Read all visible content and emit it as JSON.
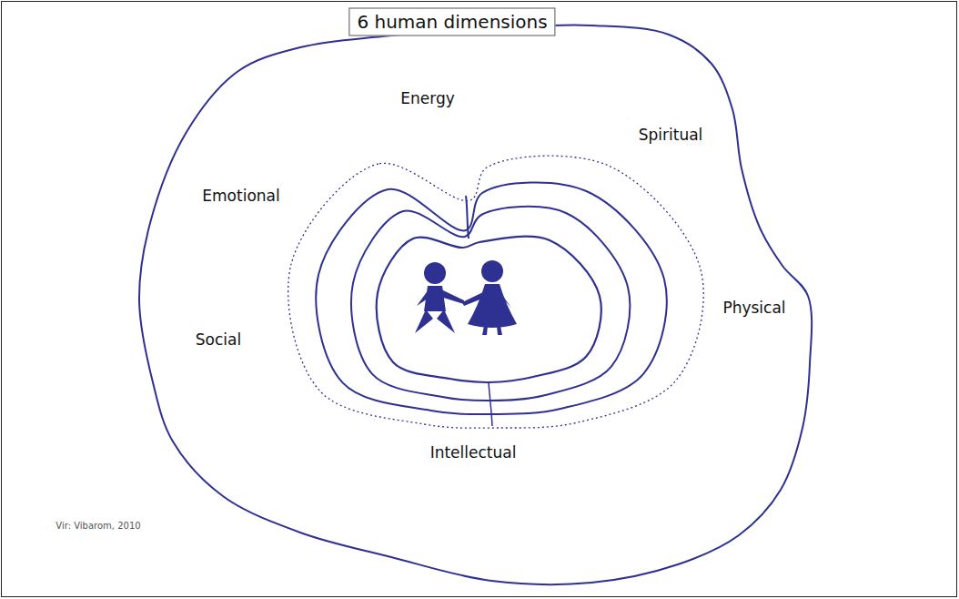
{
  "diagram": {
    "title": "6 human dimensions",
    "labels": [
      "Energy",
      "Spiritual",
      "Emotional",
      "Social",
      "Physical",
      "Intellectual",
      "Vir: Vibarom, 2010"
    ]
  }
}
